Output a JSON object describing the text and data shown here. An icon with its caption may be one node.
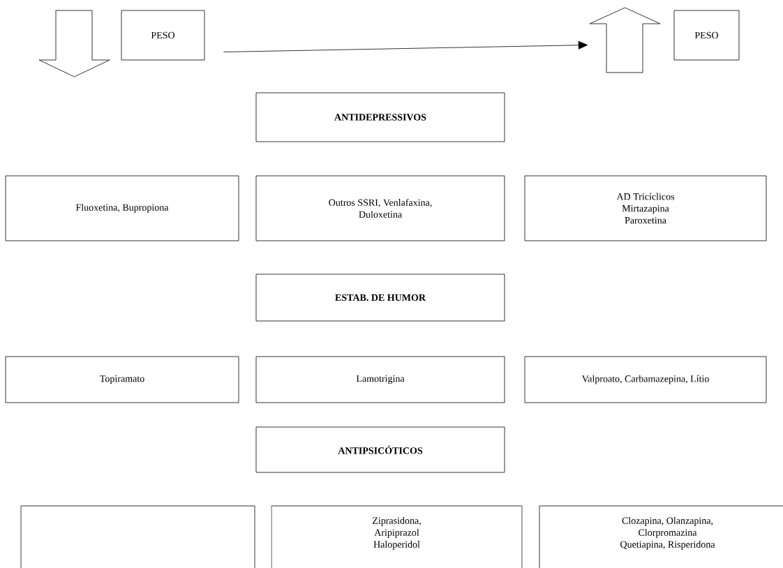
{
  "diagram": {
    "nodes": [
      {
        "text": [],
        "shape": "arrow"
      },
      {
        "text": [
          "PESO"
        ]
      },
      {
        "text": [],
        "shape": "arrow"
      },
      {
        "text": [
          "PESO"
        ]
      },
      {
        "text": [
          "ANTIDEPRESSIVOS"
        ]
      },
      {
        "text": [
          "Fluoxetina, Bupropiona"
        ]
      },
      {
        "text": [
          "Outros SSRI, Venlafaxina, Duloxetina"
        ]
      },
      {
        "text": [
          "AD Tricíclicos",
          "Mirtazapina",
          "Paroxetina"
        ]
      },
      {
        "text": [
          "ESTAB. DE HUMOR"
        ]
      },
      {
        "text": [
          "Topiramato"
        ]
      },
      {
        "text": [
          "Lamotrigina"
        ]
      },
      {
        "text": [
          "Valproato, Carbamazepina, Lítio"
        ]
      },
      {
        "text": [
          "ANTIPSICÓTICOS"
        ]
      },
      {
        "text": [],
        "shape": "box"
      },
      {
        "text": [
          "Ziprasidona, Aripiprazol",
          "Haloperidol"
        ]
      },
      {
        "text": [
          "Clozapina, Olanzapina, Clorpromazina",
          "Quetiapina, Risperidona"
        ]
      }
    ],
    "edges": [
      {
        "from": 1,
        "to": 2,
        "arrow": "to"
      }
    ]
  }
}
